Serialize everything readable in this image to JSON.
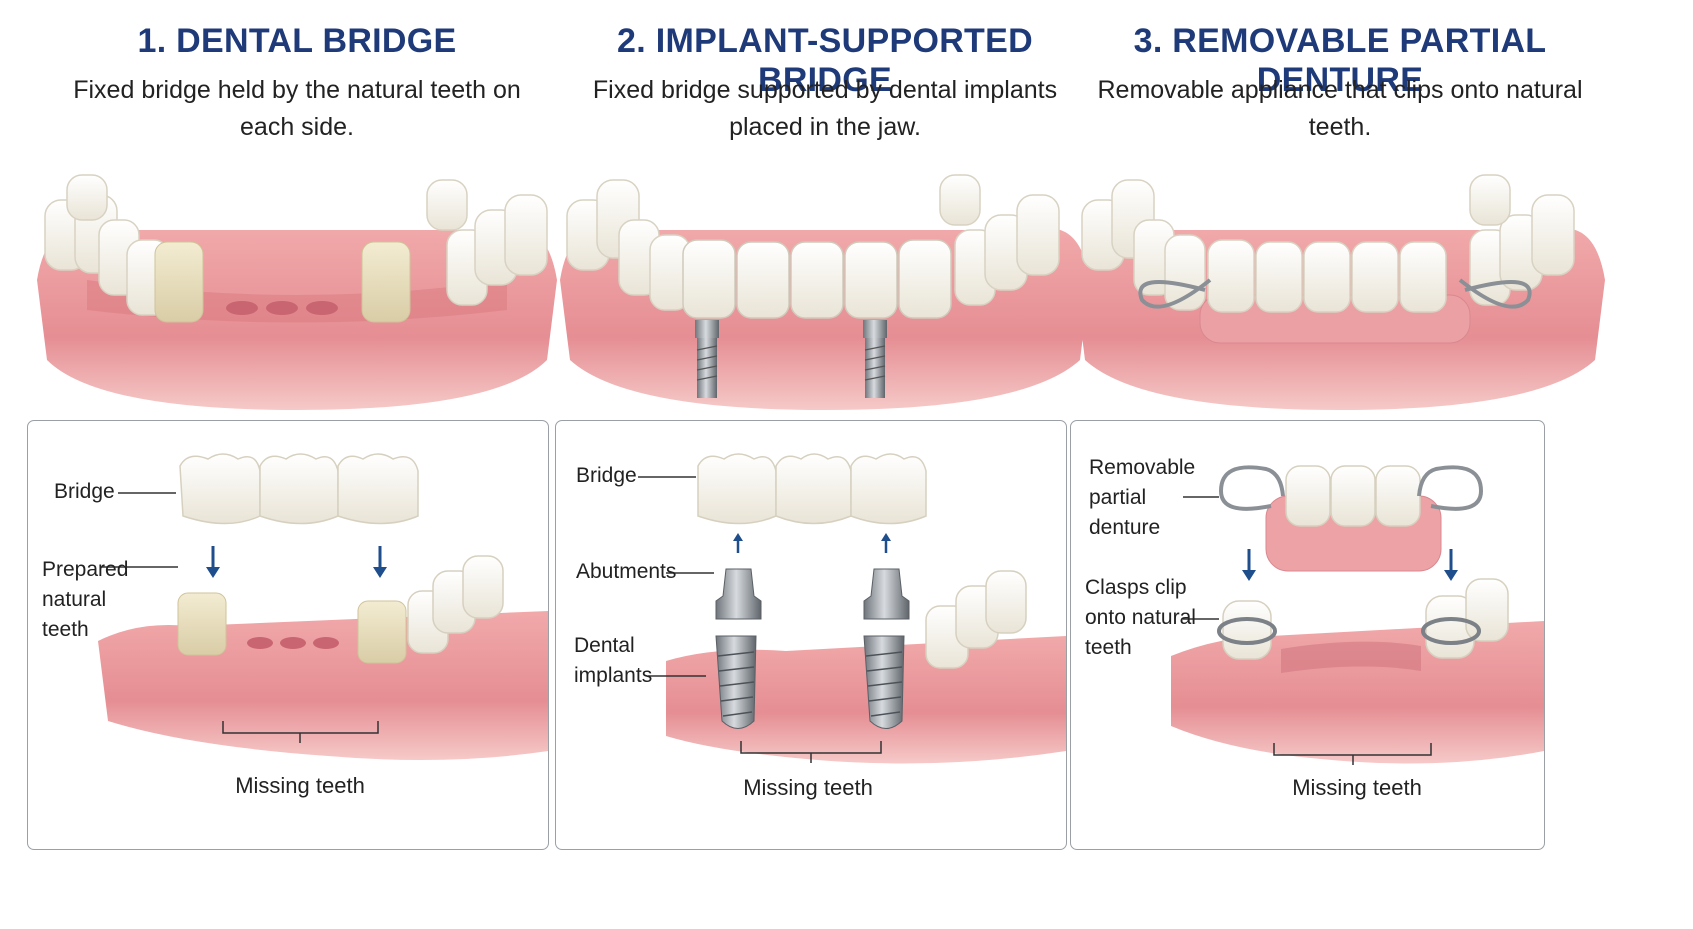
{
  "colors": {
    "title": "#1f3a78",
    "gum": "#e8969a",
    "tooth": "#f4f1e8",
    "metal": "#9ea4aa",
    "arrow": "#1f4e8c"
  },
  "columns": [
    {
      "title": "1. DENTAL BRIDGE",
      "subtitle": "Fixed bridge held by the natural teeth on each side.",
      "labels": {
        "bridge": "Bridge",
        "prepared": "Prepared\nnatural\nteeth",
        "missing": "Missing teeth"
      }
    },
    {
      "title": "2. IMPLANT-SUPPORTED BRIDGE",
      "subtitle": "Fixed bridge supported by dental implants placed in the jaw.",
      "labels": {
        "bridge": "Bridge",
        "abutments": "Abutments",
        "implants": "Dental\nimplants",
        "missing": "Missing teeth"
      }
    },
    {
      "title": "3. REMOVABLE PARTIAL DENTURE",
      "subtitle": "Removable appliance that clips onto natural teeth.",
      "labels": {
        "denture": "Removable\npartial\ndenture",
        "clasps": "Clasps clip\nonto natural\nteeth",
        "missing": "Missing teeth"
      }
    }
  ]
}
